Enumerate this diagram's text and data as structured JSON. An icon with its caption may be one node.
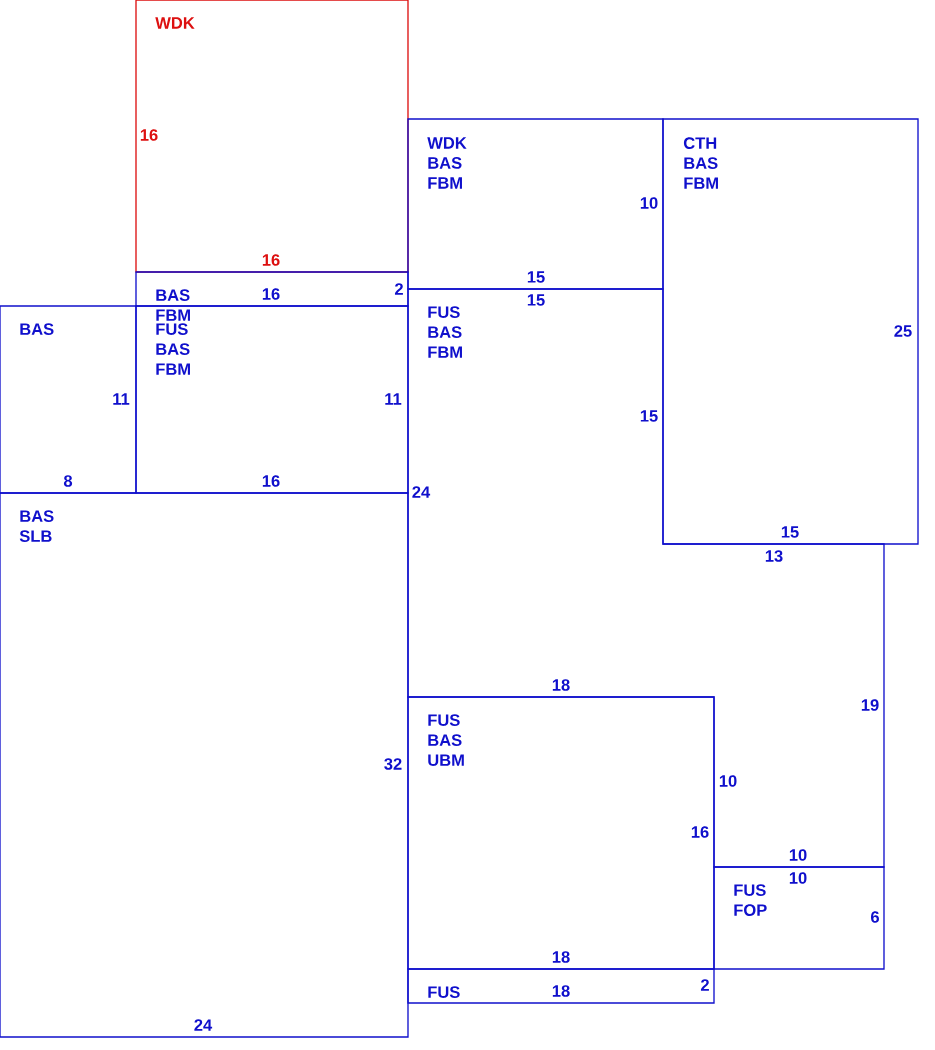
{
  "diagram": {
    "nodes": [
      {
        "text": [
          "WDK",
          "16",
          "16"
        ]
      },
      {
        "text": [
          "BAS FBM",
          "16",
          "2"
        ]
      },
      {
        "text": [
          "FUS BAS FBM",
          "11",
          "16"
        ]
      },
      {
        "text": [
          "BAS",
          "11",
          "8"
        ]
      },
      {
        "text": [
          "BAS SLB",
          "32",
          "24"
        ]
      },
      {
        "text": [
          "WDK BAS FBM",
          "10",
          "15"
        ]
      },
      {
        "text": [
          "CTH BAS FBM",
          "25",
          "15"
        ]
      },
      {
        "text": [
          "FUS BAS FBM",
          "15",
          "15",
          "24",
          "13",
          "19",
          "18",
          "10",
          "10"
        ]
      },
      {
        "text": [
          "FUS BAS UBM",
          "16",
          "18"
        ]
      },
      {
        "text": [
          "FUS FOP",
          "10",
          "6"
        ]
      },
      {
        "text": [
          "FUS",
          "18",
          "2"
        ]
      }
    ]
  }
}
